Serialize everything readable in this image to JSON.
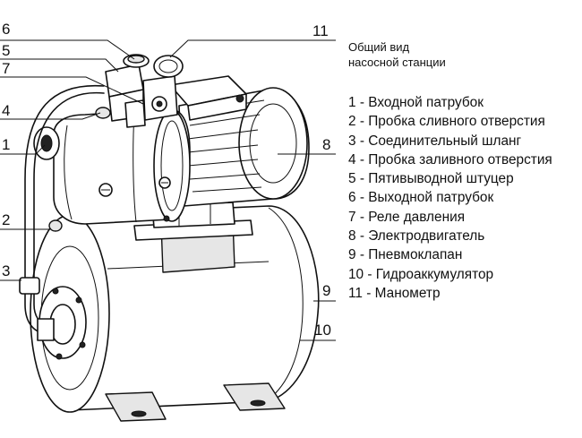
{
  "title": {
    "line1": "Общий вид",
    "line2": "насосной станции"
  },
  "legend": [
    "1 - Входной патрубок",
    "2 - Пробка сливного отверстия",
    "3 - Соединительный шланг",
    "4 - Пробка заливного отверстия",
    "5 - Пятивыводной штуцер",
    "6 - Выходной патрубок",
    "7 - Реле давления",
    "8 - Электродвигатель",
    "9 - Пневмоклапан",
    "10 - Гидроаккумулятор",
    "11 - Манометр"
  ],
  "callouts": {
    "c1": "1",
    "c2": "2",
    "c3": "3",
    "c4": "4",
    "c5": "5",
    "c6": "6",
    "c7": "7",
    "c8": "8",
    "c9": "9",
    "c10": "10",
    "c11": "11"
  }
}
